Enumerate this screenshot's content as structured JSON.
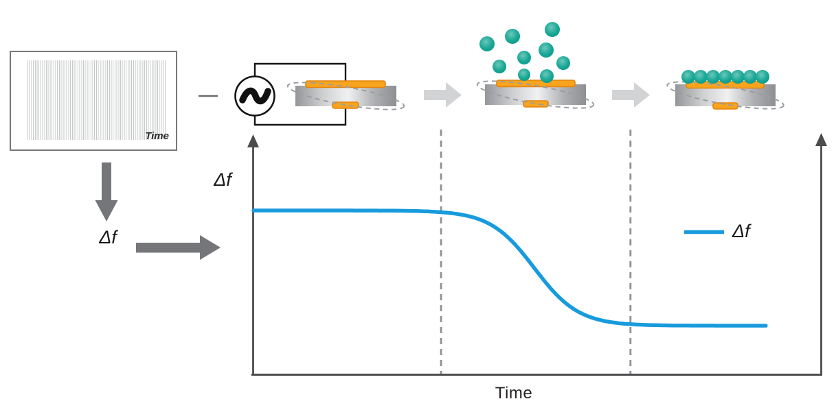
{
  "waveform_panel": {
    "xlabel": "Time"
  },
  "oscillator": {
    "symbol": "~"
  },
  "flow": {
    "signal_label": "Δf"
  },
  "chart_data": {
    "type": "line",
    "title": "",
    "xlabel": "Time",
    "ylabel": "Δf",
    "legend": [
      {
        "label": "Δf",
        "color": "#189BDC",
        "position": "right-middle"
      }
    ],
    "grid": false,
    "axis_ticks": "none (qualitative sketch, arrow-tipped axes left and right)",
    "x_range": [
      0,
      1
    ],
    "series": [
      {
        "name": "Δf",
        "description": "frequency shift: constant baseline, sigmoidal decrease during particle adsorption, settles at lower constant value",
        "x_extent": [
          0,
          0.902
        ],
        "level_initial": 1,
        "level_final": 0,
        "transition_center": 0.495,
        "transition_halfwidth": 0.039
      }
    ],
    "guide_lines_x": [
      0.331,
      0.664
    ],
    "guide_line_style": "dashed gray vertical"
  },
  "particles": {
    "color": "#0A9E90",
    "falling_count": 9,
    "adsorbed_count": 7,
    "falling": [
      [
        709,
        64,
        11
      ],
      [
        746,
        53,
        11
      ],
      [
        804,
        43,
        11
      ],
      [
        727,
        97,
        10
      ],
      [
        763,
        84,
        10
      ],
      [
        795,
        73,
        11
      ],
      [
        820,
        92,
        10
      ],
      [
        763,
        109,
        9
      ],
      [
        796,
        111,
        10
      ]
    ],
    "adsorbed": [
      [
        1002,
        112,
        10
      ],
      [
        1020,
        112,
        10
      ],
      [
        1038,
        112,
        10
      ],
      [
        1056,
        112,
        10
      ],
      [
        1074,
        112,
        10
      ],
      [
        1092,
        112,
        10
      ],
      [
        1110,
        112,
        10
      ]
    ]
  },
  "colors": {
    "axis_dark": "#4B4C4E",
    "flow_arrow_gray": "#757679",
    "step_arrow_light": "#D2D3D4",
    "guide_dashed": "#8B9298",
    "curve_blue": "#189BDC",
    "sphere_teal": "#0A9E90",
    "sphere_teal_light": "#6CC8BA",
    "electrode_orange": "#F8A41E",
    "electrode_border": "#E3830F",
    "crystal_gray_dark": "#94969A",
    "crystal_gray_light": "#F1F1F2",
    "dashed_outline_gray": "#9B9DA1",
    "wire_black": "#141414",
    "panel_border": "#76777A",
    "waveform_gray": "#C6C8CA",
    "text_dark": "#231F20"
  }
}
